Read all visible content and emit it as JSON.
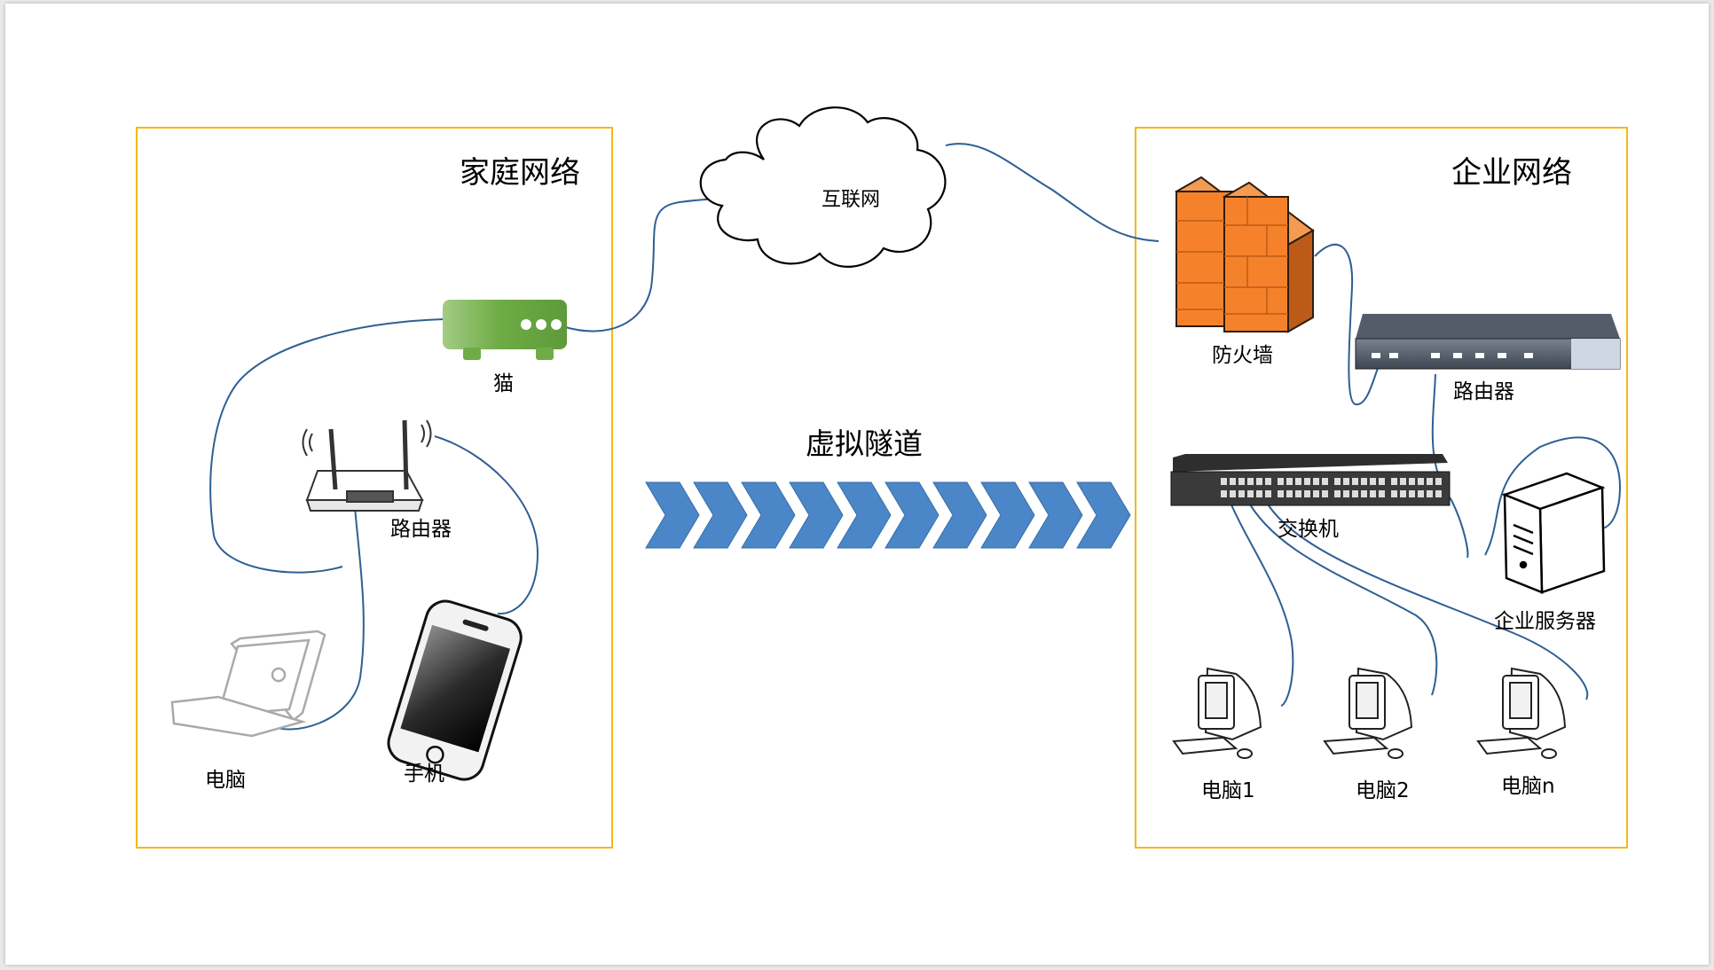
{
  "home": {
    "title": "家庭网络",
    "modem": "猫",
    "router": "路由器",
    "laptop": "电脑",
    "phone": "手机"
  },
  "internet": {
    "label": "互联网"
  },
  "tunnel": {
    "label": "虚拟隧道",
    "chevron_count": 10,
    "color": "#4a86c8"
  },
  "enterprise": {
    "title": "企业网络",
    "firewall": "防火墙",
    "router": "路由器",
    "switch": "交换机",
    "server": "企业服务器",
    "pcs": [
      "电脑1",
      "电脑2",
      "电脑n"
    ]
  },
  "colors": {
    "frame": "#f2b919",
    "wire": "#2e5f94",
    "modem": "#6fac46",
    "firewall": "#f5822a"
  }
}
